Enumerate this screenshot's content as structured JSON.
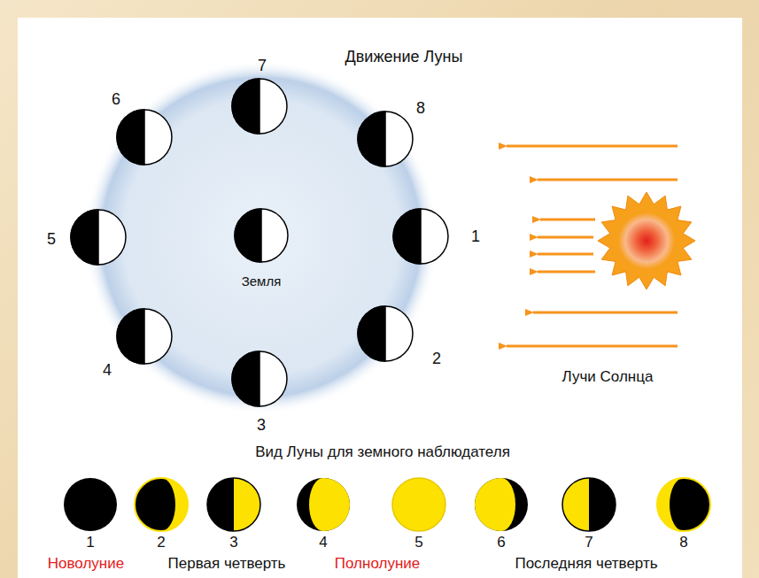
{
  "diagram": {
    "title": "Движение Луны",
    "labels": [
      "1",
      "2",
      "3",
      "4",
      "5",
      "6",
      "7",
      "8",
      "Земля",
      "Лучи Солнца",
      "Вид Луны для земного наблюдателя",
      "1",
      "2",
      "3",
      "4",
      "5",
      "6",
      "7",
      "8",
      "Новолуние",
      "Первая четверть",
      "Полнолуние",
      "Последняя четверть"
    ]
  }
}
